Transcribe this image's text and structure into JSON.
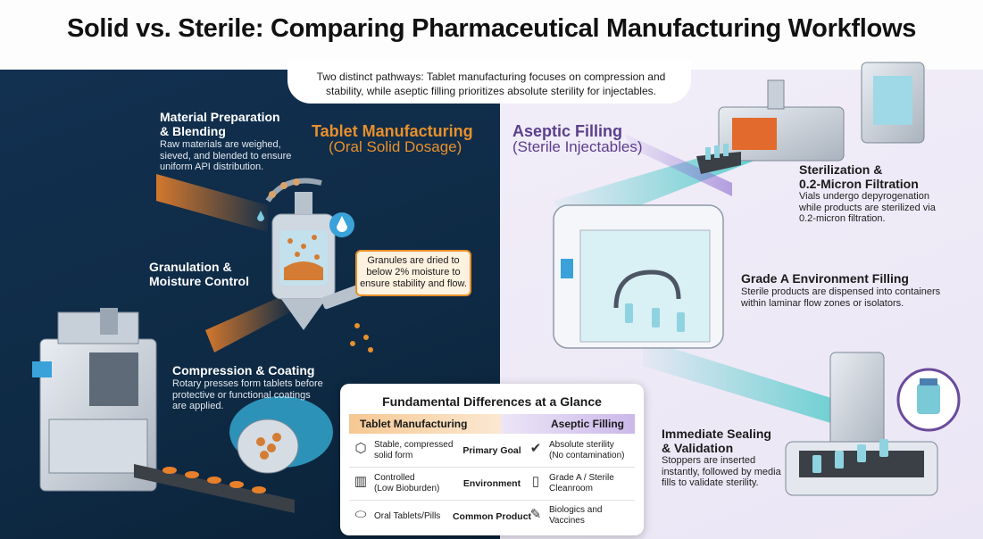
{
  "title": "Solid vs. Sterile: Comparing Pharmaceutical Manufacturing Workflows",
  "subtitle": "Two distinct pathways: Tablet manufacturing focuses on compression and stability, while aseptic filling prioritizes absolute sterility for injectables.",
  "colors": {
    "tablet_accent": "#e8902c",
    "aseptic_accent": "#6a4a9c",
    "left_bg": "#10304e",
    "right_bg": "#eee9f6"
  },
  "tablet": {
    "title": "Tablet Manufacturing",
    "subtitle": "(Oral Solid Dosage)",
    "steps": [
      {
        "heading_1": "Material Preparation",
        "heading_2": "& Blending",
        "desc_1": "Raw materials are weighed,",
        "desc_2": "sieved, and blended to ensure",
        "desc_3": "uniform API distribution."
      },
      {
        "heading_1": "Granulation &",
        "heading_2": "Moisture Control"
      },
      {
        "heading_1": "Compression & Coating",
        "desc_1": "Rotary presses form tablets before",
        "desc_2": "protective or functional coatings",
        "desc_3": "are applied."
      }
    ],
    "callout_1": "Granules are dried to",
    "callout_2": "below 2% moisture to",
    "callout_3": "ensure stability and flow."
  },
  "aseptic": {
    "title": "Aseptic Filling",
    "subtitle": "(Sterile Injectables)",
    "steps": [
      {
        "heading_1": "Sterilization &",
        "heading_2": "0.2-Micron Filtration",
        "desc_1": "Vials undergo depyrogenation",
        "desc_2": "while products are sterilized via",
        "desc_3": "0.2-micron filtration."
      },
      {
        "heading_1": "Grade A Environment Filling",
        "desc_1": "Sterile products are dispensed into containers",
        "desc_2": "within laminar flow zones or isolators."
      },
      {
        "heading_1": "Immediate Sealing",
        "heading_2": "& Validation",
        "desc_1": "Stoppers are inserted",
        "desc_2": "instantly, followed by media",
        "desc_3": "fills to validate sterility."
      }
    ]
  },
  "comparison": {
    "title": "Fundamental Differences at a Glance",
    "col_left": "Tablet Manufacturing",
    "col_right": "Aseptic Filling",
    "rows": [
      {
        "left_1": "Stable, compressed",
        "left_2": "solid form",
        "label": "Primary Goal",
        "right_1": "Absolute sterility",
        "right_2": "(No contamination)",
        "left_icon": "cube-icon",
        "right_icon": "check-shield-icon"
      },
      {
        "left_1": "Controlled",
        "left_2": "(Low Bioburden)",
        "label": "Environment",
        "right_1": "Grade A / Sterile",
        "right_2": "Cleanroom",
        "left_icon": "factory-icon",
        "right_icon": "door-icon"
      },
      {
        "left_1": "Oral Tablets/Pills",
        "left_2": "",
        "label": "Common Product",
        "right_1": "Biologics and",
        "right_2": "Vaccines",
        "left_icon": "pill-bottle-icon",
        "right_icon": "syringe-icon"
      }
    ]
  }
}
